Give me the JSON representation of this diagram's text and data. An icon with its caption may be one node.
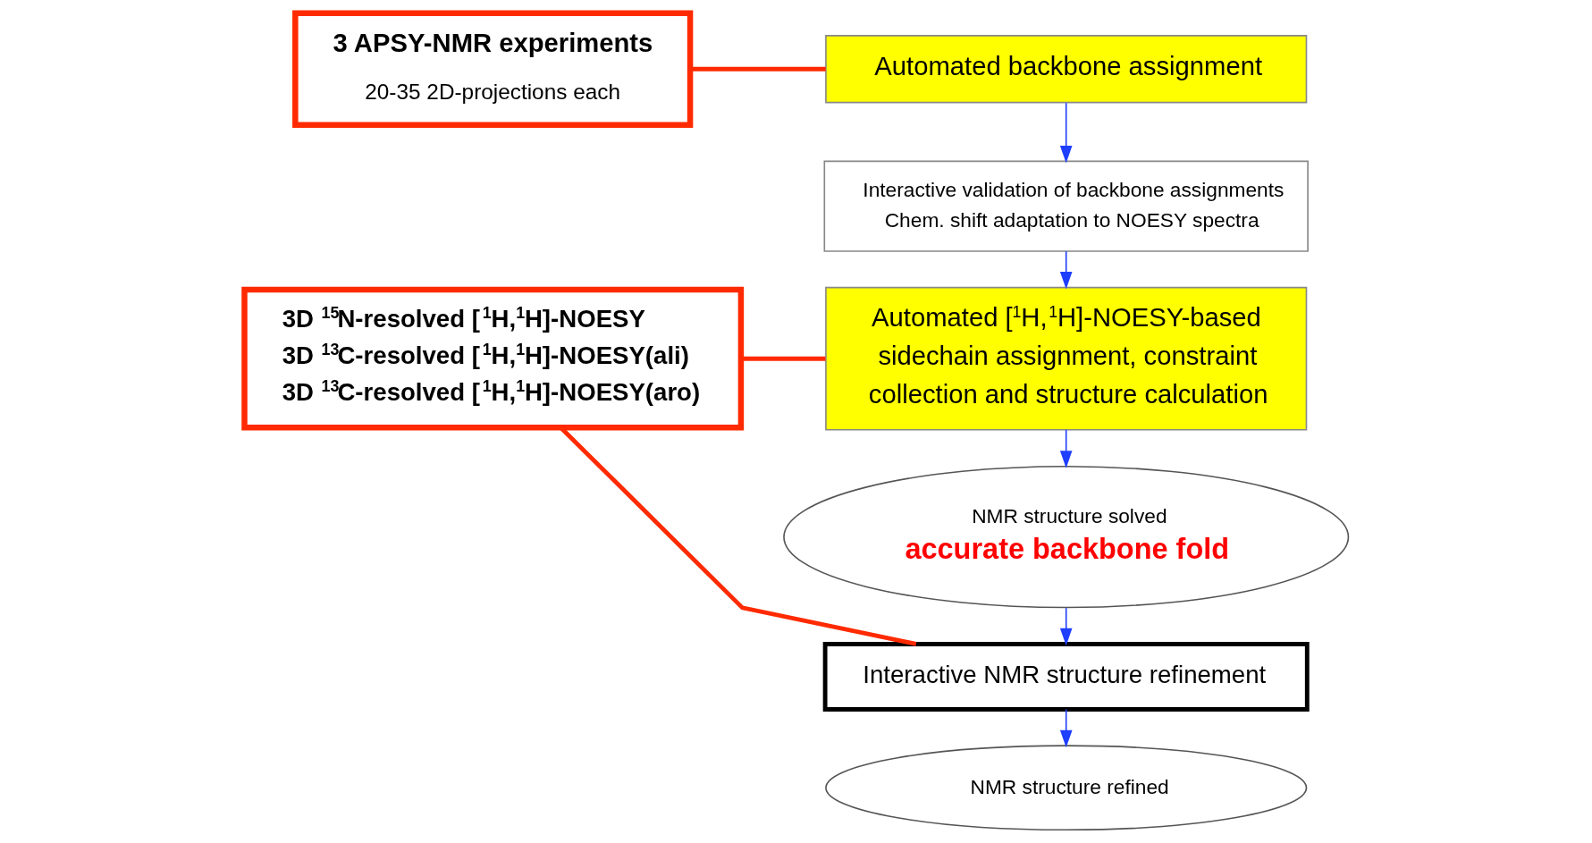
{
  "diagram": {
    "nodes": [
      {
        "text": [
          "3 APSY-NMR experiments",
          "20-35 2D-projections each"
        ]
      },
      {
        "text": [
          "3D $^{15}$N-resolved [$^{1}$H,$^{1}$H]-NOESY",
          "3D $^{13}$C-resolved [$^{1}$H,$^{1}$H]-NOESY(ali)",
          "3D $^{13}$C-resolved [$^{1}$H,$^{1}$H]-NOESY(aro)"
        ]
      },
      {
        "text": [
          "Automated backbone assignment"
        ]
      },
      {
        "text": [
          "Interactive validation of backbone assignments",
          "Chem. shift adaptation to NOESY spectra"
        ]
      },
      {
        "text": [
          "Automated [$^{1}$H,$^{1}$H]-NOESY-based sidechain assignment, constraint collection and structure calculation"
        ]
      },
      {
        "text": [
          "NMR structure solved",
          "accurate backbone fold"
        ]
      },
      {
        "text": [
          "Interactive NMR structure refinement"
        ]
      },
      {
        "text": [
          "NMR structure refined"
        ]
      }
    ],
    "edges": [
      {
        "from": 0,
        "to": 2,
        "arrow": "none",
        "color": "#ff2a00",
        "style": "thick"
      },
      {
        "from": 1,
        "to": 4,
        "arrow": "none",
        "color": "#ff2a00",
        "style": "thick"
      },
      {
        "from": 1,
        "to": 6,
        "arrow": "none",
        "color": "#ff2a00",
        "style": "thick"
      },
      {
        "from": 2,
        "to": 3,
        "arrow": "to"
      },
      {
        "from": 3,
        "to": 4,
        "arrow": "to"
      },
      {
        "from": 4,
        "to": 5,
        "arrow": "to"
      },
      {
        "from": 5,
        "to": 6,
        "arrow": "to"
      },
      {
        "from": 6,
        "to": 7,
        "arrow": "to"
      }
    ]
  }
}
